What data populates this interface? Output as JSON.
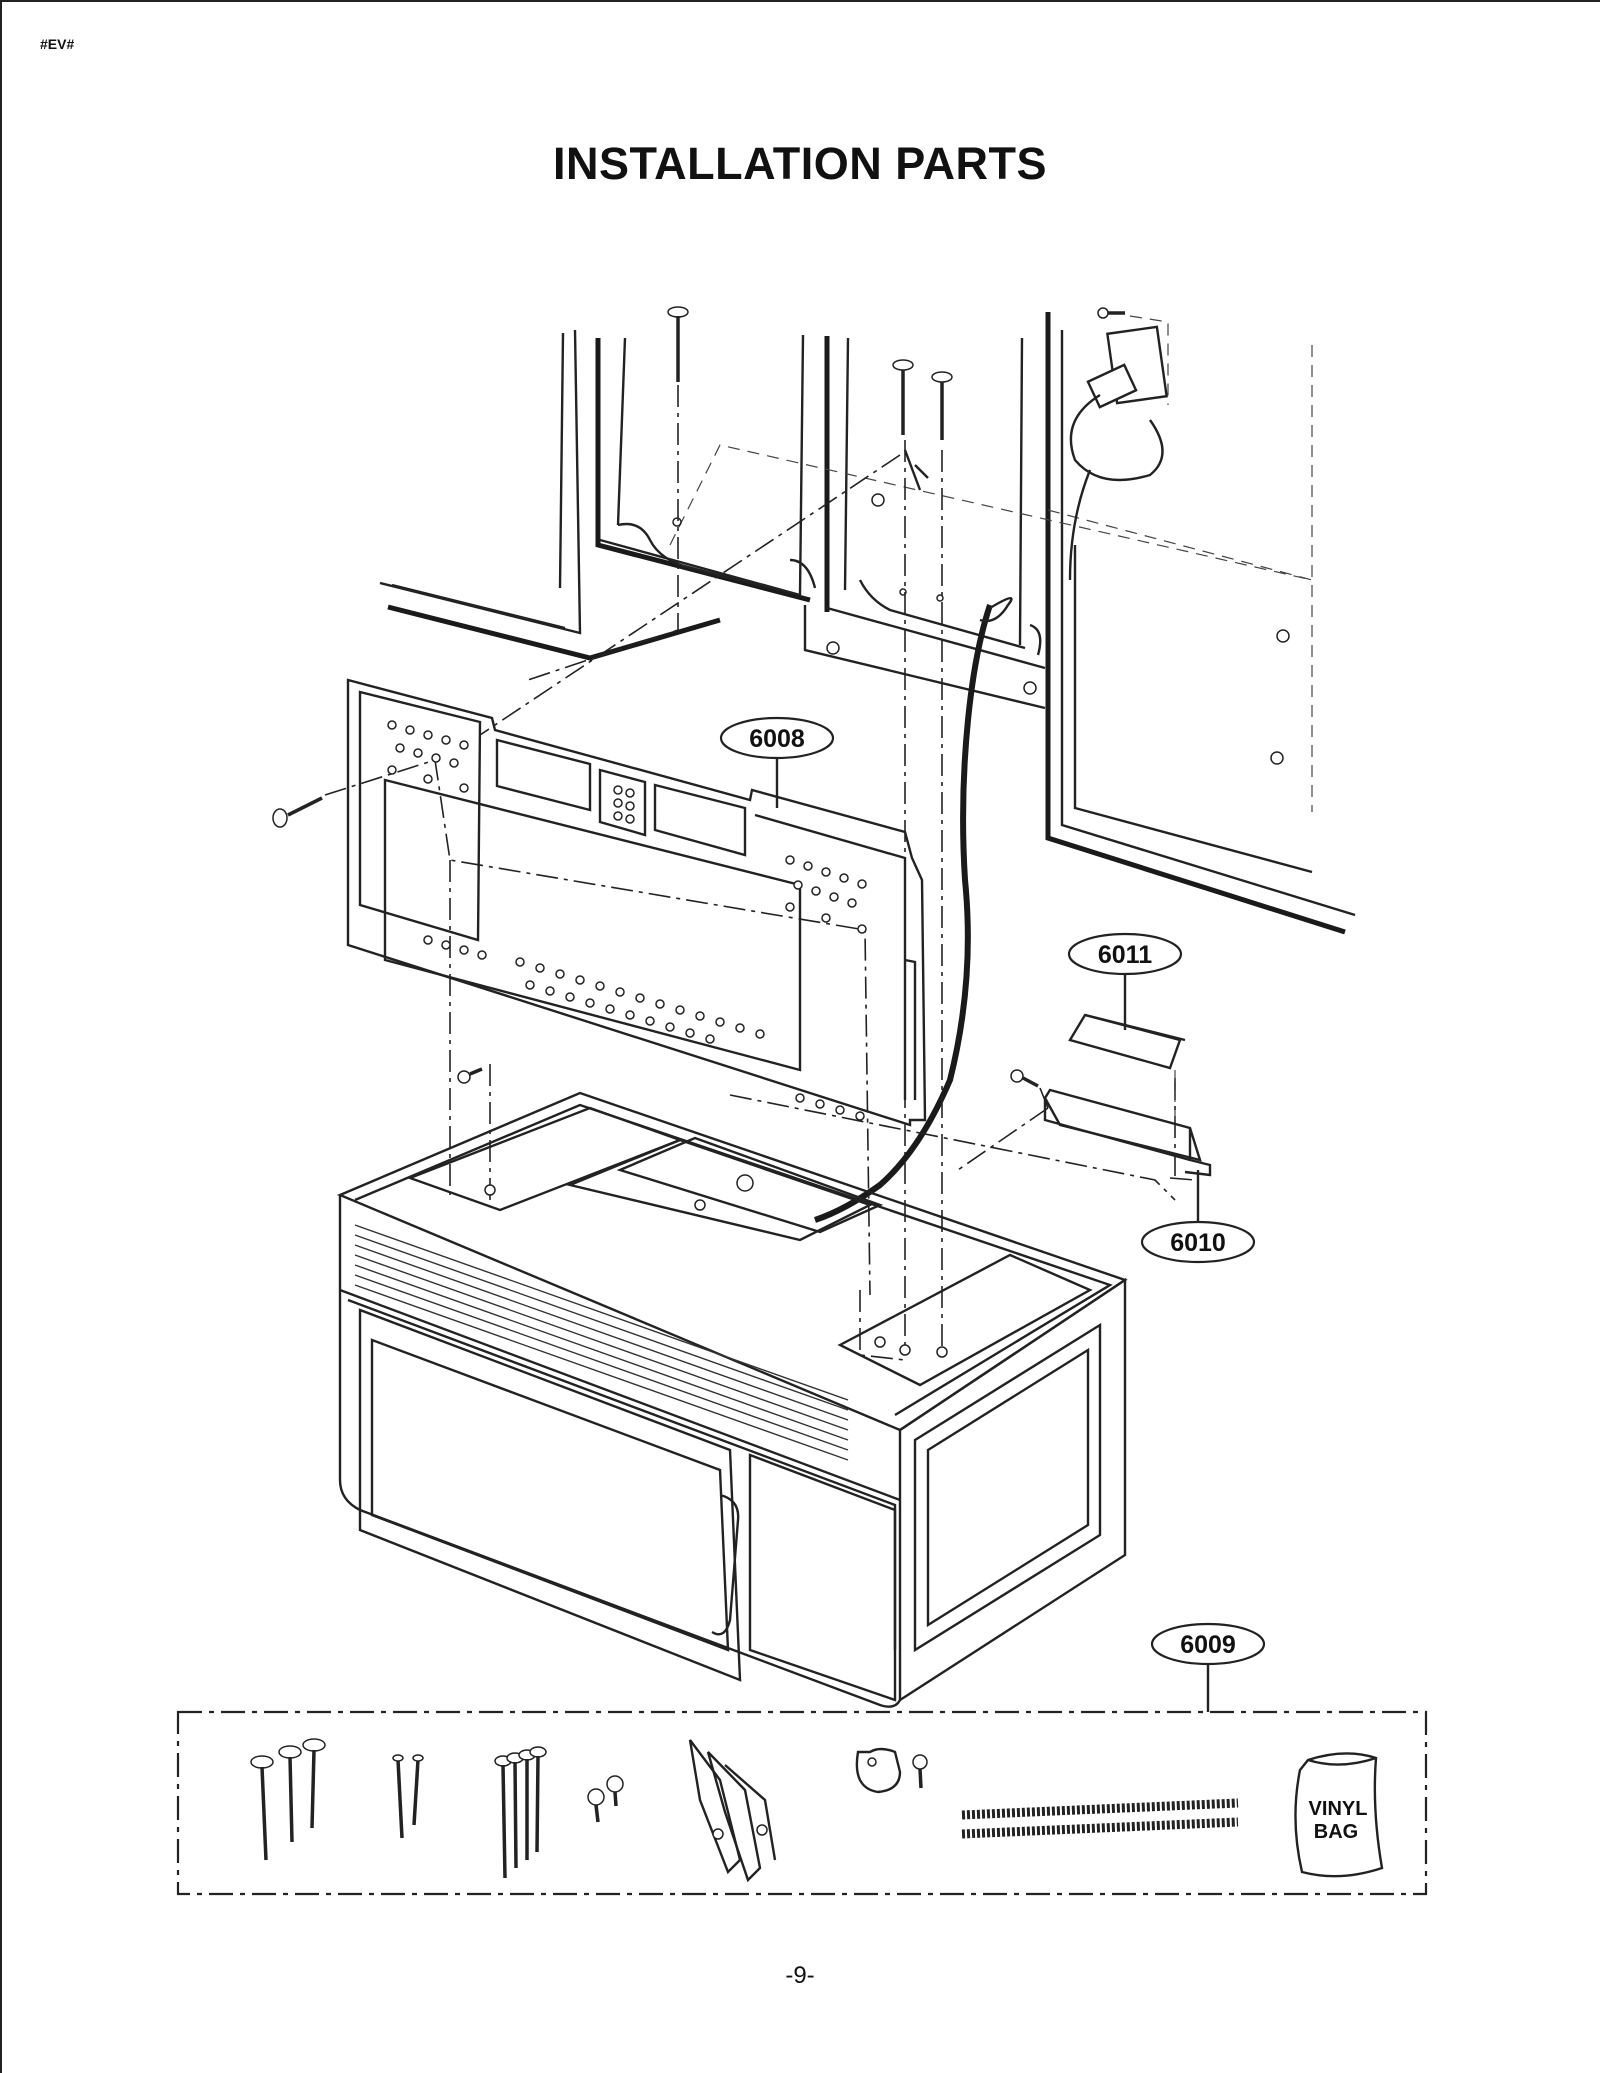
{
  "header": {
    "doc_code": "#EV#"
  },
  "title": "INSTALLATION PARTS",
  "parts": [
    {
      "number": "6008"
    },
    {
      "number": "6011"
    },
    {
      "number": "6010"
    },
    {
      "number": "6009"
    }
  ],
  "kit": {
    "bag_line1": "VINYL",
    "bag_line2": "BAG"
  },
  "footer": {
    "page_number": "-9-"
  }
}
